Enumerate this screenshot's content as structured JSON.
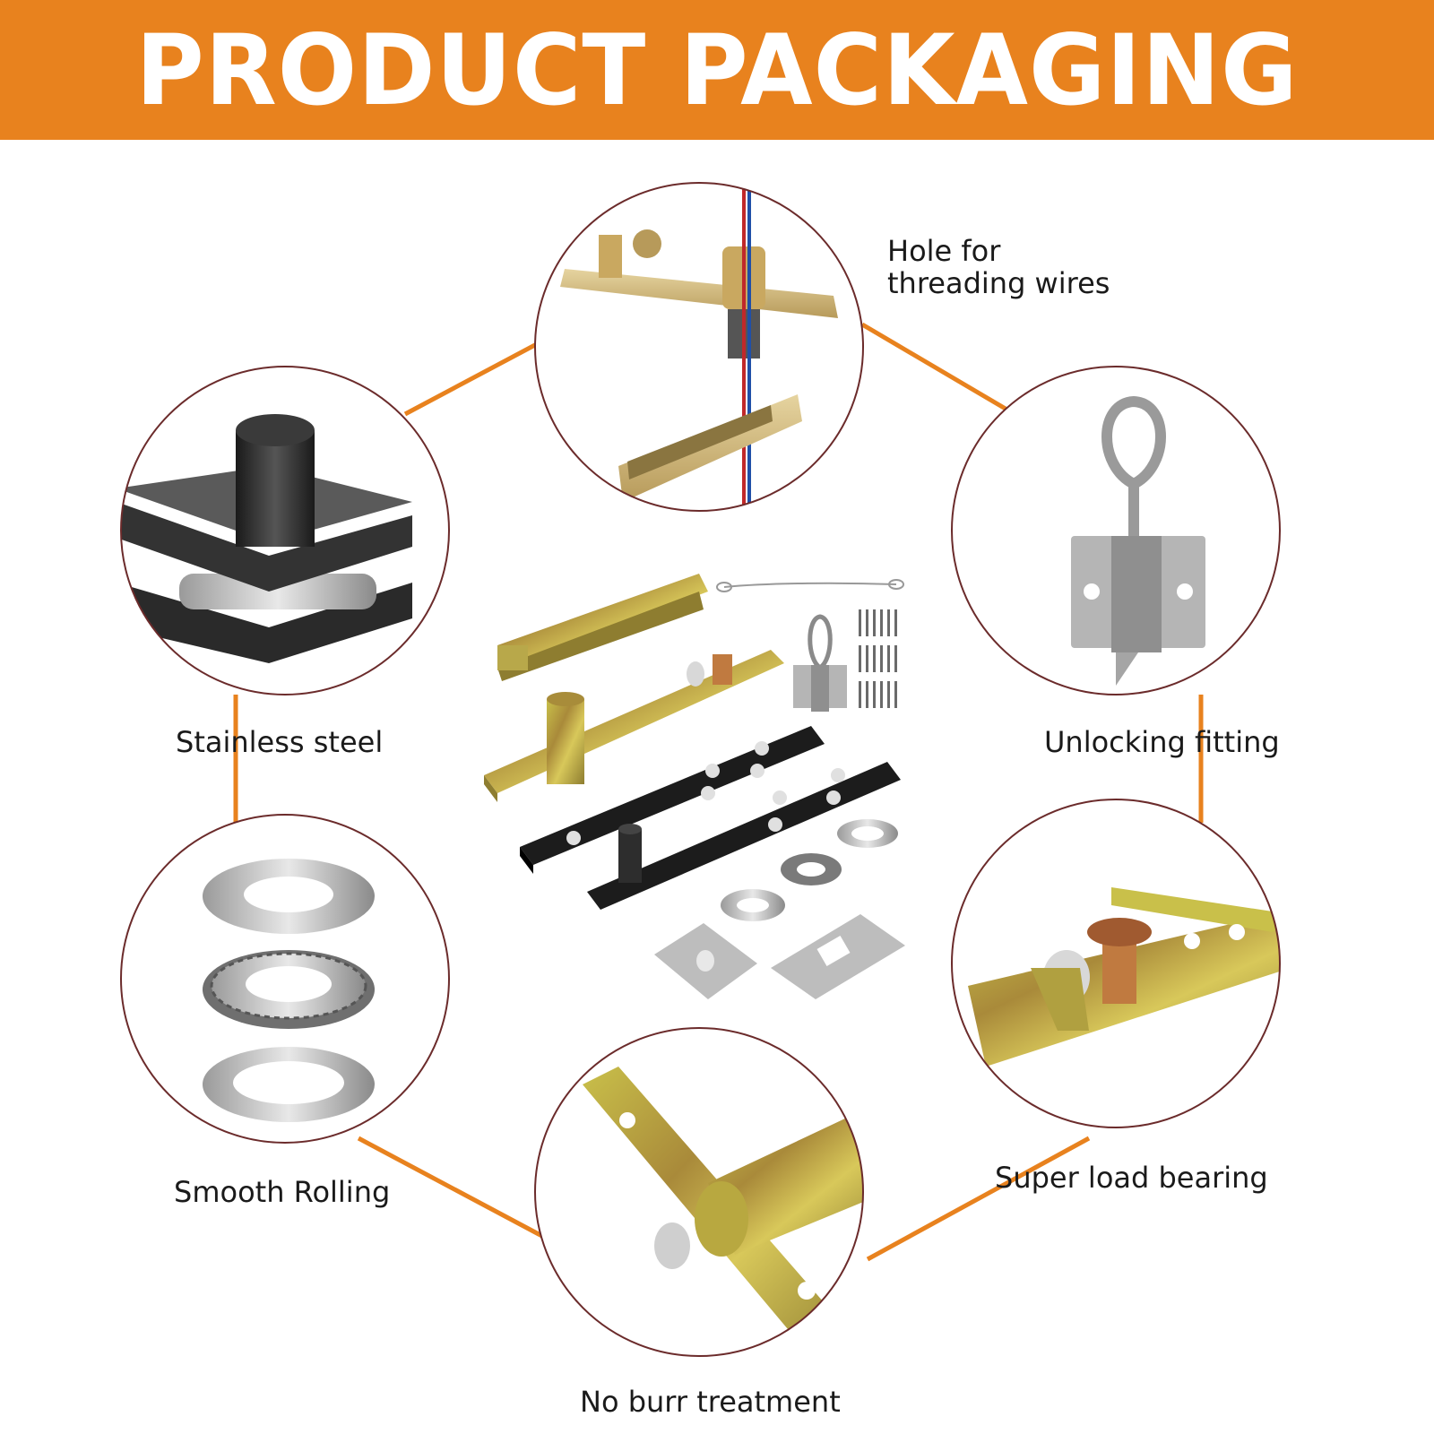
{
  "header": {
    "title": "PRODUCT PACKAGING"
  },
  "colors": {
    "accent": "#e8821e",
    "circle_border": "#6b2b2b",
    "connector": "#e8821e"
  },
  "features": [
    {
      "id": "wires",
      "label_lines": [
        "Hole for",
        "threading wires"
      ]
    },
    {
      "id": "steel",
      "label": "Stainless steel"
    },
    {
      "id": "unlock",
      "label": "Unlocking fitting"
    },
    {
      "id": "rolling",
      "label": "Smooth Rolling"
    },
    {
      "id": "load",
      "label": "Super load bearing"
    },
    {
      "id": "burr",
      "label": "No burr treatment"
    }
  ],
  "images": {
    "center": "pivot-hinge-kit-parts",
    "wires": "pivot-hinge-wire-hole",
    "steel": "black-stainless-pivot-pin",
    "unlock": "eye-hook-latch-plate",
    "rolling": "thrust-bearing-washers",
    "load": "zinc-plate-with-bolt",
    "burr": "zinc-pivot-sleeve-closeup"
  }
}
